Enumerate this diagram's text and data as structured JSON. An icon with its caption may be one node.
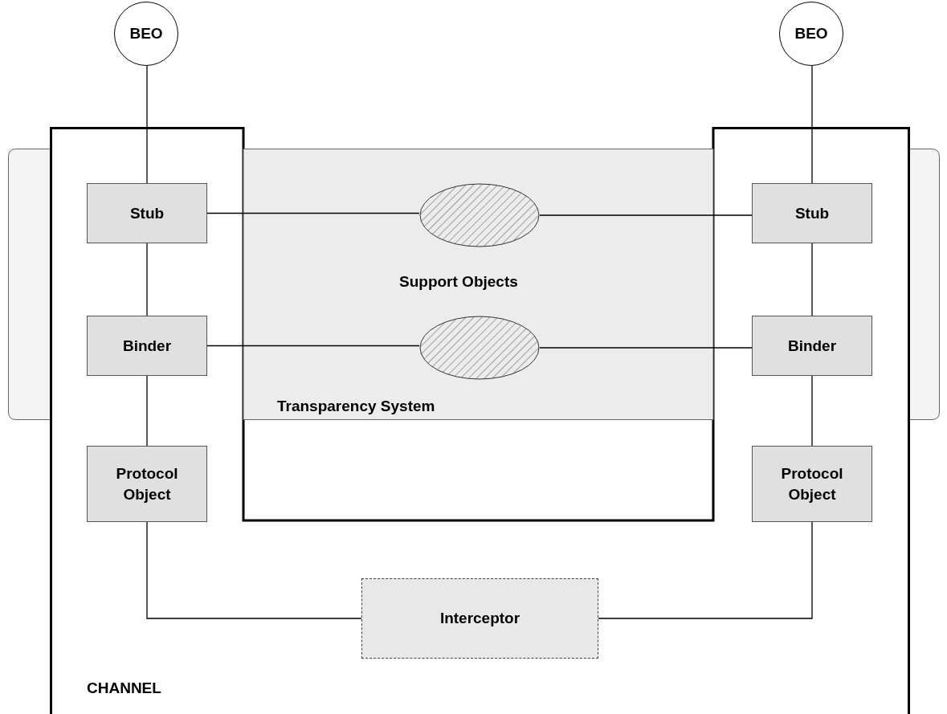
{
  "diagram": {
    "nodes": [
      {
        "text": [
          "BEO"
        ]
      },
      {
        "text": [
          "BEO"
        ]
      },
      {
        "text": [
          "CHANNEL"
        ]
      },
      {
        "text": [
          "Transparency System"
        ]
      },
      {
        "text": [
          "Stub"
        ],
        "in": 2
      },
      {
        "text": [],
        "shape": "ellipse",
        "in": 3
      },
      {
        "text": [
          "Stub"
        ],
        "in": 2
      },
      {
        "text": [
          "Binder"
        ],
        "in": 2
      },
      {
        "text": [],
        "shape": "ellipse",
        "in": 3
      },
      {
        "text": [
          "Binder"
        ],
        "in": 2
      },
      {
        "text": [
          "Protocol Object"
        ],
        "in": 2
      },
      {
        "text": [
          "Protocol Object"
        ],
        "in": 2
      },
      {
        "text": [
          "Interceptor"
        ],
        "in": 2
      }
    ],
    "edges": [
      {
        "from": 0,
        "to": 4,
        "arrow": "none"
      },
      {
        "from": 1,
        "to": 6,
        "arrow": "none"
      },
      {
        "from": 4,
        "to": 5,
        "arrow": "none"
      },
      {
        "from": 5,
        "to": 6,
        "arrow": "none"
      },
      {
        "from": 4,
        "to": 7,
        "arrow": "none"
      },
      {
        "from": 6,
        "to": 9,
        "arrow": "none"
      },
      {
        "from": 7,
        "to": 8,
        "arrow": "none"
      },
      {
        "from": 8,
        "to": 9,
        "arrow": "none"
      },
      {
        "from": 7,
        "to": 10,
        "arrow": "none"
      },
      {
        "from": 9,
        "to": 11,
        "arrow": "none"
      },
      {
        "from": 10,
        "to": 12,
        "arrow": "none"
      },
      {
        "from": 12,
        "to": 11,
        "arrow": "none"
      }
    ],
    "labels": [
      "Support Objects"
    ]
  }
}
